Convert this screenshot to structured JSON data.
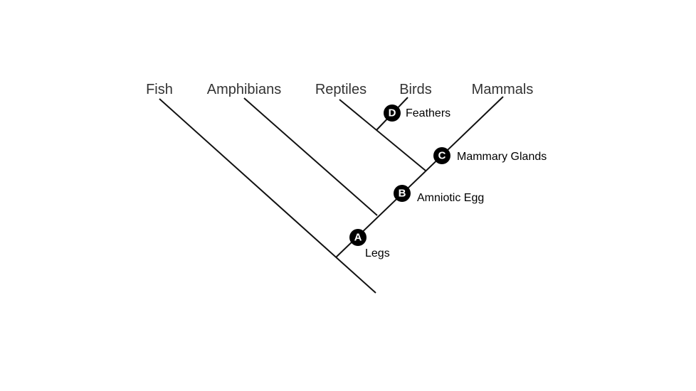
{
  "taxa": [
    "Fish",
    "Amphibians",
    "Reptiles",
    "Birds",
    "Mammals"
  ],
  "nodes": [
    {
      "letter": "A",
      "trait": "Legs"
    },
    {
      "letter": "B",
      "trait": "Amniotic Egg"
    },
    {
      "letter": "C",
      "trait": "Mammary Glands"
    },
    {
      "letter": "D",
      "trait": "Feathers"
    }
  ]
}
